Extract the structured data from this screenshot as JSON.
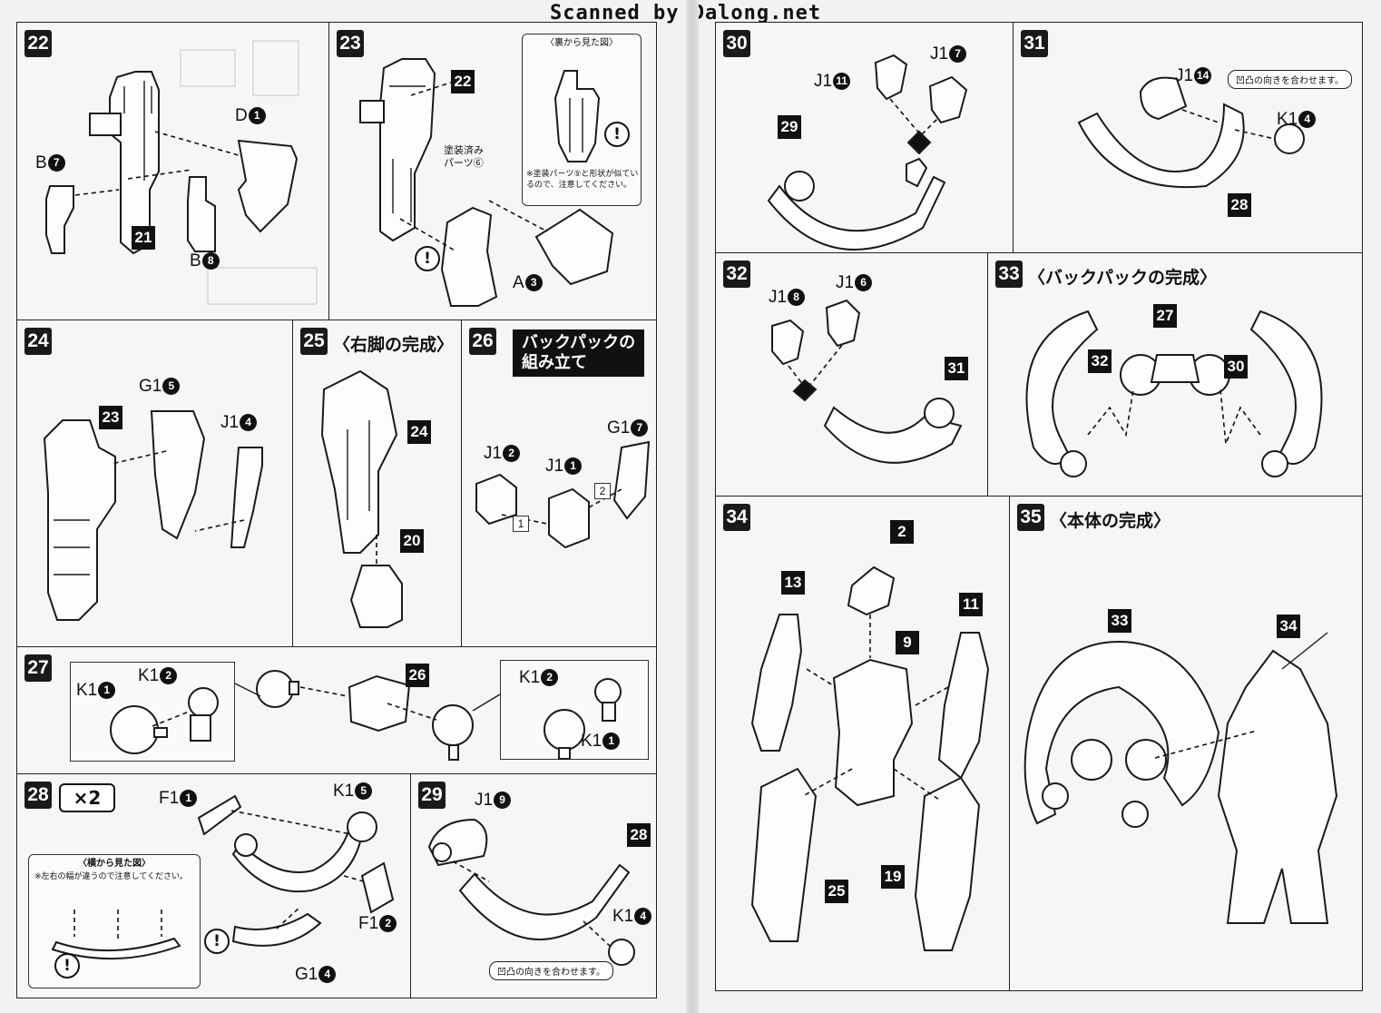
{
  "watermark": "Scanned by Dalong.net",
  "steps": {
    "s22": {
      "num": "22"
    },
    "s23": {
      "num": "23",
      "note_title": "〈裏から見た図〉",
      "note": "※塗装パーツ⑤と形状が似ているので、注意してください。",
      "painted_label": "塗装済み\nパーツ⑥"
    },
    "s24": {
      "num": "24"
    },
    "s25": {
      "num": "25",
      "title": "〈右脚の完成〉"
    },
    "s26": {
      "num": "26",
      "title": "バックパックの\n組み立て"
    },
    "s27": {
      "num": "27"
    },
    "s28": {
      "num": "28",
      "times": "×2",
      "note_title": "〈横から見た図〉",
      "note": "※左右の幅が違うので注意してください。"
    },
    "s29": {
      "num": "29",
      "pill": "凹凸の向きを合わせます。"
    },
    "s30": {
      "num": "30"
    },
    "s31": {
      "num": "31",
      "pill": "凹凸の向きを合わせます。"
    },
    "s32": {
      "num": "32"
    },
    "s33": {
      "num": "33",
      "title": "〈バックパックの完成〉"
    },
    "s34": {
      "num": "34"
    },
    "s35": {
      "num": "35",
      "title": "〈本体の完成〉"
    }
  },
  "parts": {
    "D": "D",
    "B": "B",
    "A": "A",
    "G1": "G1",
    "J1": "J1",
    "K1": "K1",
    "F1": "F1",
    "n1": "1",
    "n2": "2",
    "n3": "3",
    "n4": "4",
    "n5": "5",
    "n6": "6",
    "n7": "7",
    "n8": "8",
    "n9": "9",
    "n11": "11",
    "n14": "14"
  },
  "refs": {
    "r2": "2",
    "r9": "9",
    "r11": "11",
    "r13": "13",
    "r19": "19",
    "r20": "20",
    "r21": "21",
    "r22": "22",
    "r23": "23",
    "r24": "24",
    "r25": "25",
    "r26": "26",
    "r27": "27",
    "r28": "28",
    "r29": "29",
    "r30": "30",
    "r31": "31",
    "r32": "32",
    "r33": "33",
    "r34": "34"
  },
  "sub": {
    "one": "1",
    "two": "2"
  },
  "warn": "!"
}
